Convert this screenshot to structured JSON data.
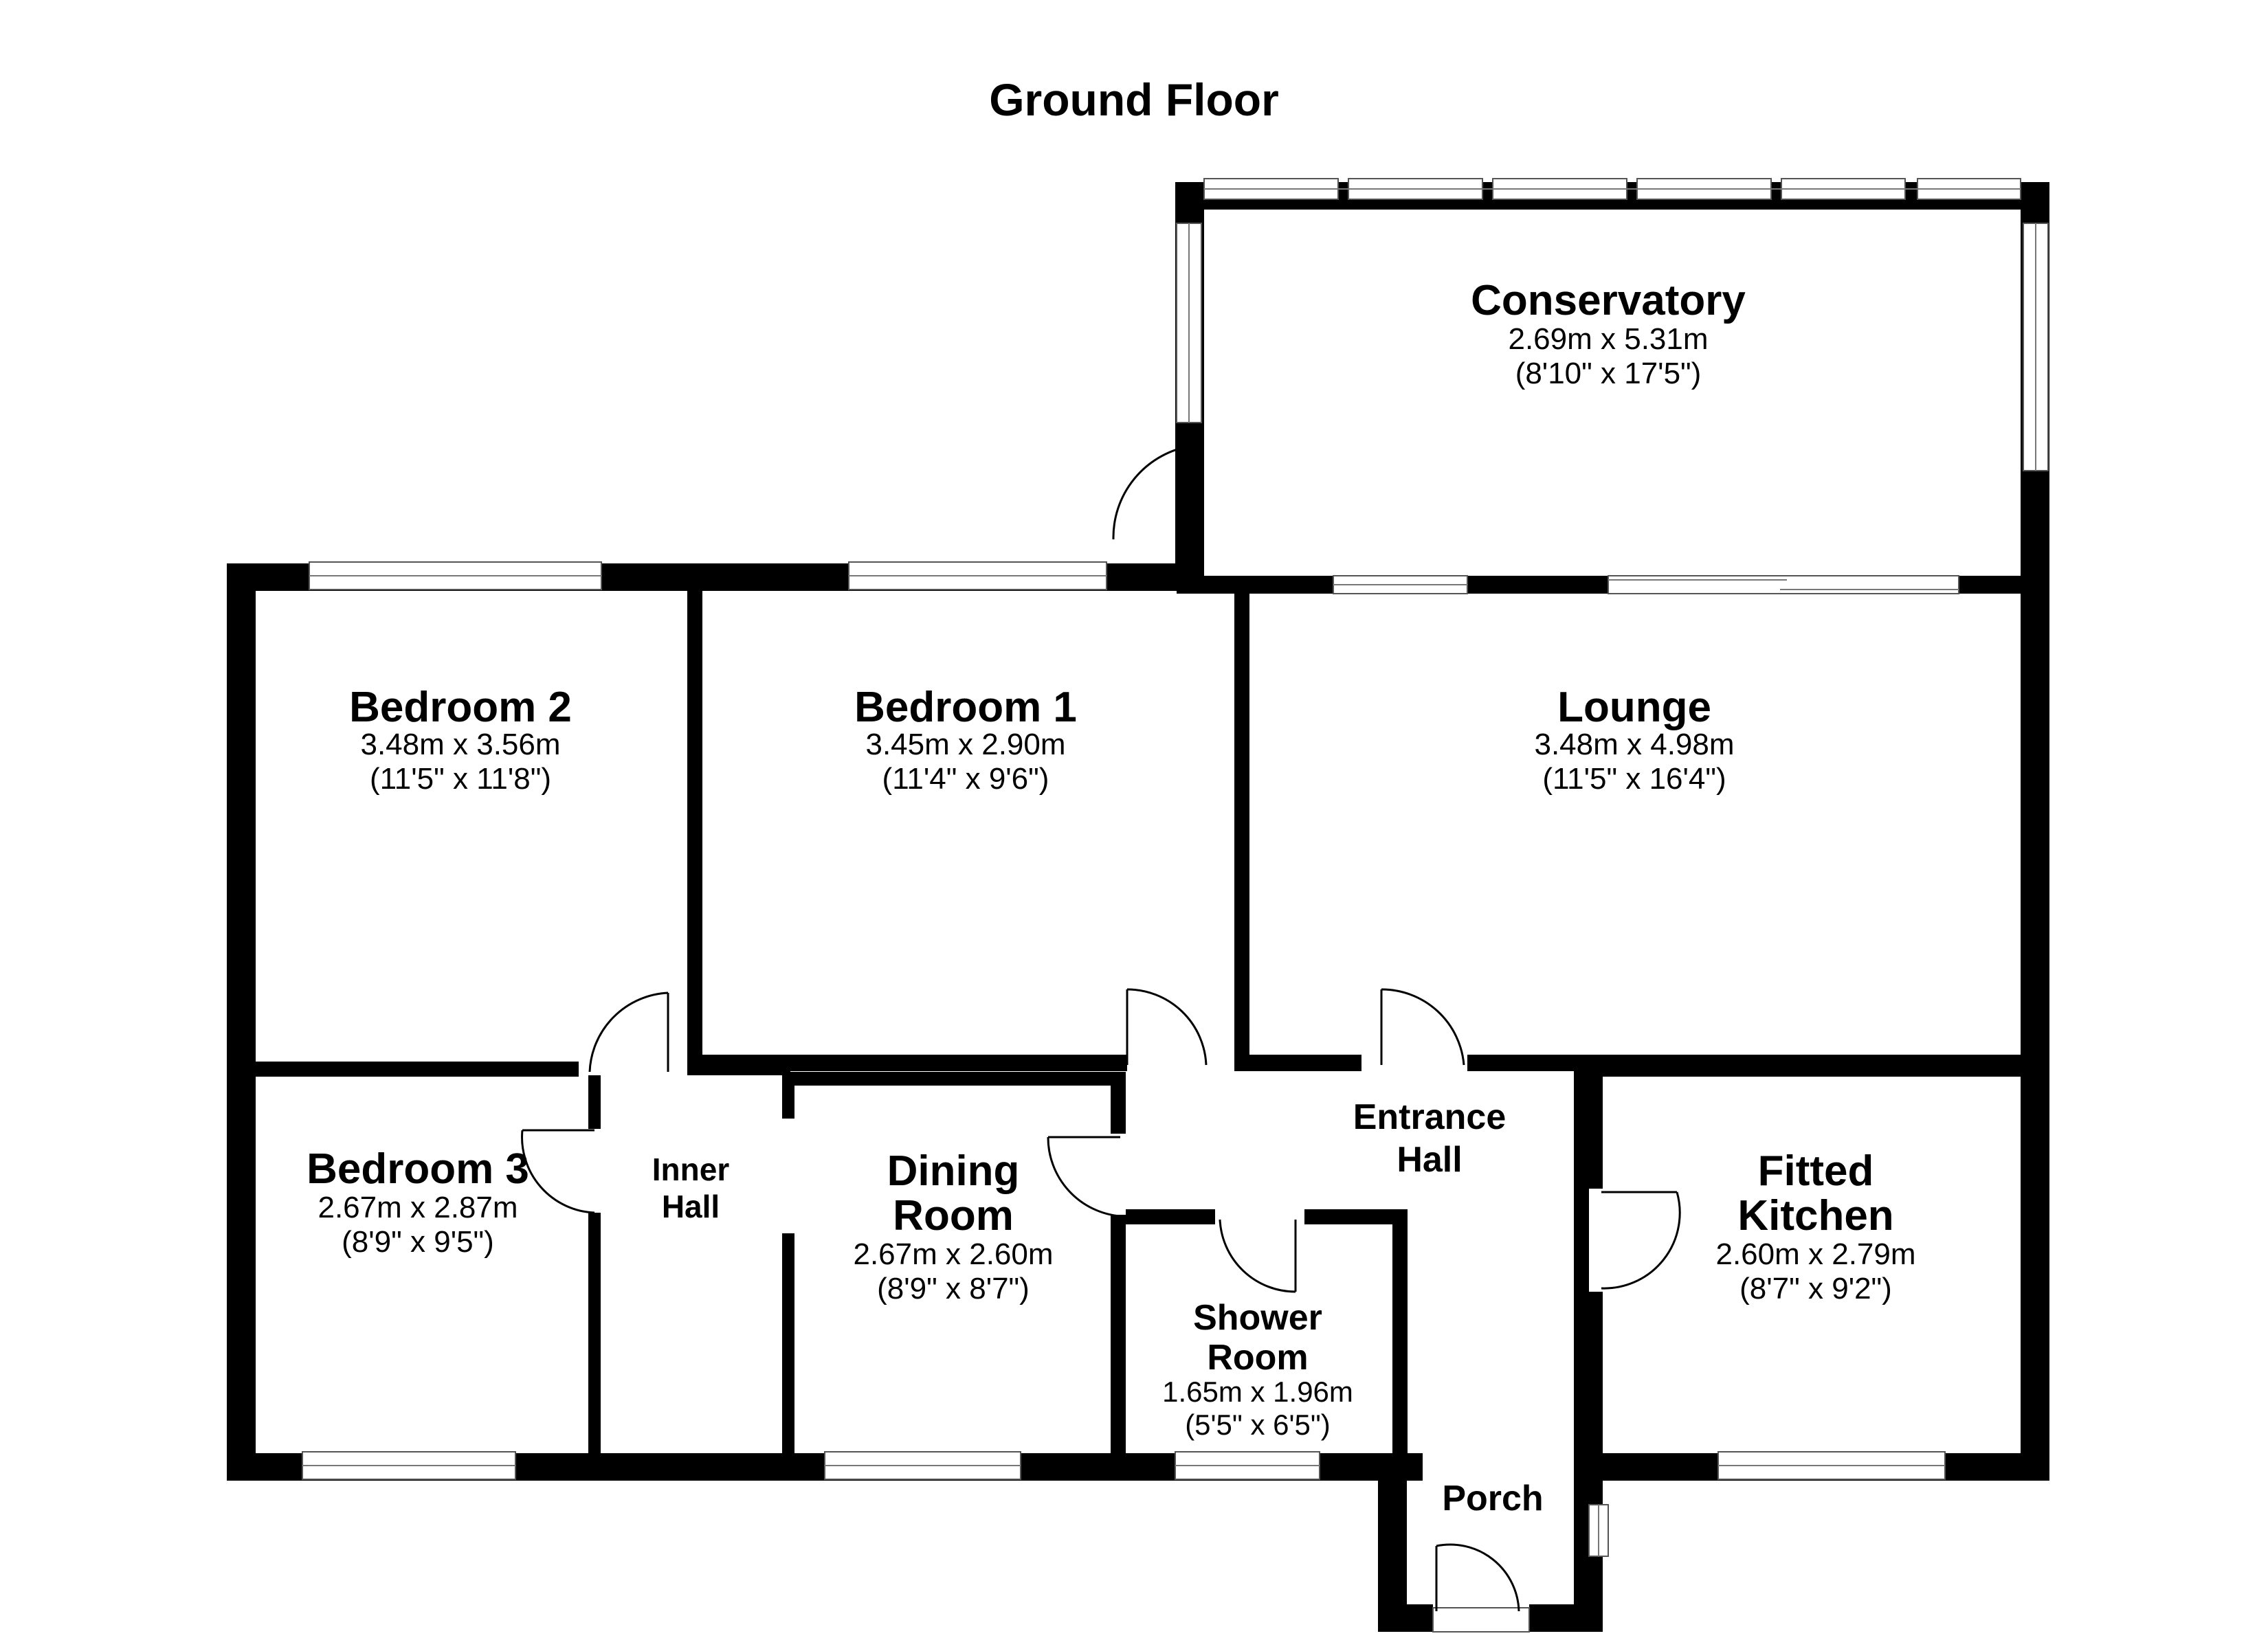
{
  "plan": {
    "title": "Ground Floor",
    "rooms": {
      "conservatory": {
        "name": "Conservatory",
        "metric": "2.69m x 5.31m",
        "imperial": "(8'10\" x 17'5\")"
      },
      "bedroom2": {
        "name": "Bedroom 2",
        "metric": "3.48m x 3.56m",
        "imperial": "(11'5\" x 11'8\")"
      },
      "bedroom1": {
        "name": "Bedroom 1",
        "metric": "3.45m x 2.90m",
        "imperial": "(11'4\" x 9'6\")"
      },
      "lounge": {
        "name": "Lounge",
        "metric": "3.48m x 4.98m",
        "imperial": "(11'5\" x 16'4\")"
      },
      "entrance_hall": {
        "name_line1": "Entrance",
        "name_line2": "Hall"
      },
      "bedroom3": {
        "name": "Bedroom 3",
        "metric": "2.67m x 2.87m",
        "imperial": "(8'9\" x 9'5\")"
      },
      "inner_hall": {
        "name_line1": "Inner",
        "name_line2": "Hall"
      },
      "dining_room": {
        "name_line1": "Dining",
        "name_line2": "Room",
        "metric": "2.67m x 2.60m",
        "imperial": "(8'9\" x 8'7\")"
      },
      "fitted_kitchen": {
        "name_line1": "Fitted",
        "name_line2": "Kitchen",
        "metric": "2.60m x 2.79m",
        "imperial": "(8'7\" x 9'2\")"
      },
      "shower_room": {
        "name_line1": "Shower",
        "name_line2": "Room",
        "metric": "1.65m x 1.96m",
        "imperial": "(5'5\" x 6'5\")"
      },
      "porch": {
        "name": "Porch"
      }
    }
  }
}
